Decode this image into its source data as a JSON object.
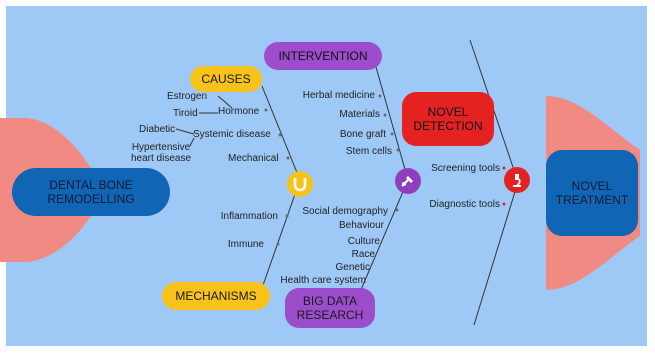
{
  "boxes": {
    "causes": "CAUSES",
    "intervention": "INTERVENTION",
    "mechanisms": "MECHANISMS",
    "big_data": "BIG DATA RESEARCH",
    "novel_detection": "NOVEL DETECTION",
    "dental": "DENTAL BONE REMODELLING",
    "novel_treatment": "NOVEL TREATMENT"
  },
  "causes_items": {
    "estrogen": "Estrogen",
    "tiroid": "Tiroid",
    "hormone": "Hormone",
    "diabetic": "Diabetic",
    "hypertensive": "Hypertensive heart disease",
    "systemic": "Systemic disease",
    "mechanical": "Mechanical"
  },
  "mechanisms_items": [
    "Inflammation",
    "Immune"
  ],
  "intervention_items": [
    "Herbal medicine",
    "Materials",
    "Bone graft",
    "Stem cells"
  ],
  "big_data_items": [
    "Social demography",
    "Behaviour",
    "Culture",
    "Race",
    "Genetic",
    "Health care system"
  ],
  "detection_items": [
    "Screening tools",
    "Diagnostic tools"
  ],
  "icons": [
    "magnet-icon",
    "tooth-brush-icon",
    "microscope-icon"
  ],
  "colors": {
    "background": "#9ec9f7",
    "yellow": "#f7c21c",
    "purple": "#9c4dcc",
    "red": "#e52222",
    "blue": "#1165b5",
    "salmon": "#f08a82"
  }
}
